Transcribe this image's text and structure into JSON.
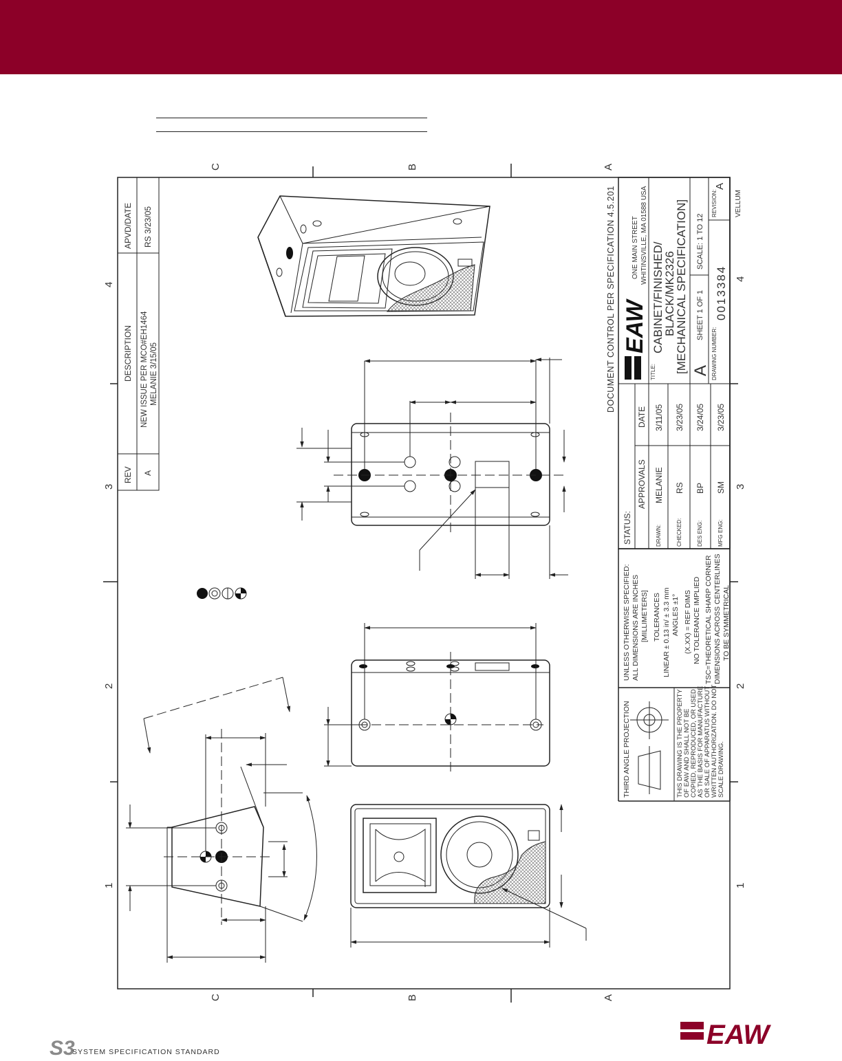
{
  "colors": {
    "brand": "#8c0028",
    "ink": "#222222",
    "hatch": "#666666"
  },
  "zones": {
    "top": [
      "C",
      "B",
      "A"
    ],
    "bottom": [
      "C",
      "B",
      "A"
    ],
    "left": [
      "4",
      "3",
      "2",
      "1"
    ],
    "right": [
      "4",
      "3",
      "2",
      "1"
    ]
  },
  "revision_table": {
    "headers": {
      "rev": "REV",
      "description": "DESCRIPTION",
      "approved": "APVD/DATE"
    },
    "row": {
      "rev": "A",
      "description_1": "NEW ISSUE PER MCO#EH1464",
      "description_2": "MELANIE 3/15/05",
      "approved": "RS 3/23/05"
    }
  },
  "document_control": "DOCUMENT CONTROL PER SPECIFICATION 4.5.201",
  "title_block": {
    "address_1": "ONE MAIN STREET",
    "address_2": "WHITINSVILLE, MA  01588  USA",
    "title_label": "TITLE:",
    "title_1": "CABINET/FINISHED/",
    "title_2": "BLACK/MK2326",
    "title_3": "[MECHANICAL SPECIFICATION]",
    "size": "A",
    "sheet": "SHEET 1 OF 1",
    "scale": "SCALE: 1 TO 12",
    "drawing_number_label": "DRAWING NUMBER:",
    "drawing_number": "0013384",
    "revision_label": "REVISION:",
    "revision": "A",
    "vellum": "VELLUM"
  },
  "status_block": {
    "status": "STATUS:",
    "approvals": "APPROVALS",
    "date": "DATE"
  },
  "approvals": [
    {
      "label": "DRAWN:",
      "name": "MELANIE",
      "date": "3/11/05"
    },
    {
      "label": "CHECKED:",
      "name": "RS",
      "date": "3/23/05"
    },
    {
      "label": "DES ENG:",
      "name": "BP",
      "date": "3/24/05"
    },
    {
      "label": "MFG ENG:",
      "name": "SM",
      "date": "3/23/05"
    }
  ],
  "notes": [
    "UNLESS OTHERWISE SPECIFIED:",
    "ALL DIMENSIONS ARE INCHES",
    "[MILLIMETERS]",
    "TOLERANCES",
    "LINEAR ± 0.13 in/ ± 3.3 mm",
    "ANGLES ±1°",
    "(X.XX) = REF DIMS",
    "NO TOLERANCE IMPLIED",
    "TSC=THEORETICAL SHARP CORNER",
    "DIMENSIONS ACROSS CENTERLINES",
    "TO BE SYMMETRICAL"
  ],
  "projection_label": "THIRD ANGLE PROJECTION",
  "proprietary": [
    "THIS DRAWING IS THE PROPERTY",
    "OF EAW AND SHALL NOT BE",
    "COPIED, REPRODUCED, OR USED",
    "AS THE BASIS FOR MANUFACTURE",
    "OR SALE OF APPARATUS WITHOUT",
    "WRITTEN AUTHORIZATION.  DO NOT",
    "SCALE DRAWING."
  ],
  "footer": {
    "tagline": "SYSTEM SPECIFICATION STANDARD",
    "logo": "EAW",
    "s3_mark": "S3"
  }
}
